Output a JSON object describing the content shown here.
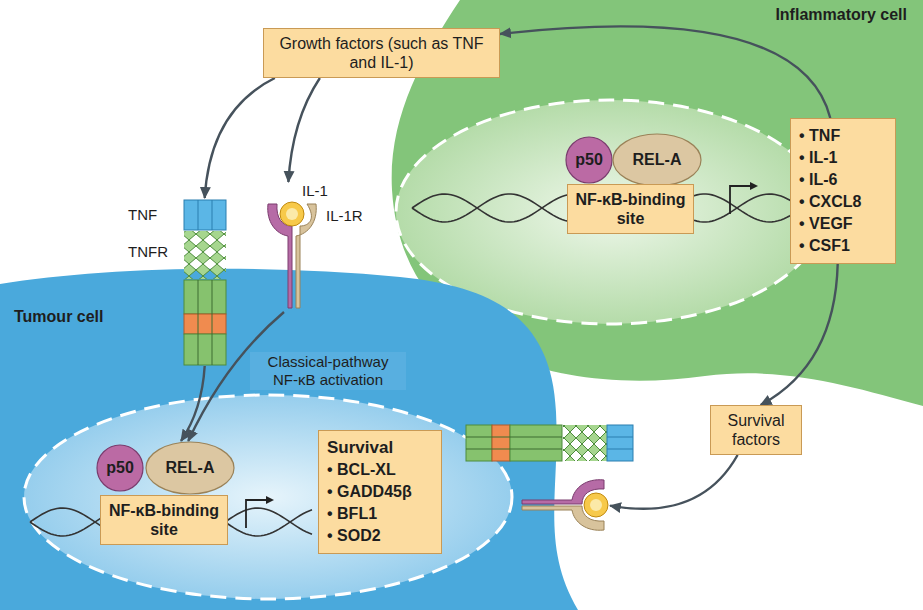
{
  "diagram": {
    "nodes": [
      {
        "text": [
          "Growth factors (such as TNF and IL-1)"
        ]
      },
      {
        "text": [
          "Inflammatory cell"
        ]
      },
      {
        "text": [
          "p50"
        ],
        "in": 1
      },
      {
        "text": [
          "REL-A"
        ],
        "in": 1
      },
      {
        "text": [
          "NF-κB-binding site"
        ],
        "in": 1
      },
      {
        "text": [
          "• TNF",
          "• IL-1",
          "• IL-6",
          "• CXCL8",
          "• VEGF",
          "• CSF1"
        ],
        "in": 1
      },
      {
        "text": [
          "TNF",
          "TNFR"
        ]
      },
      {
        "text": [
          "IL-1",
          "IL-1R"
        ]
      },
      {
        "text": [
          "Tumour cell"
        ]
      },
      {
        "text": [
          "p50"
        ],
        "in": 8
      },
      {
        "text": [
          "REL-A"
        ],
        "in": 8
      },
      {
        "text": [
          "NF-κB-binding site"
        ],
        "in": 8
      },
      {
        "text": [
          "Survival",
          "• BCL-XL",
          "• GADD45β",
          "• BFL1",
          "• SOD2"
        ],
        "in": 8
      },
      {
        "text": [
          "Survival factors"
        ]
      }
    ],
    "edges": [
      {
        "from": 5,
        "to": 0,
        "arrow": "to"
      },
      {
        "from": 0,
        "to": 6,
        "arrow": "to"
      },
      {
        "from": 0,
        "to": 7,
        "arrow": "to"
      },
      {
        "from": 6,
        "to": 10,
        "arrow": "to"
      },
      {
        "from": 7,
        "to": 10,
        "label": "Classical-pathway NF-κB activation",
        "arrow": "to"
      },
      {
        "from": 5,
        "to": 13,
        "arrow": "to"
      },
      {
        "from": 13,
        "to": 8,
        "arrow": "to"
      }
    ]
  }
}
